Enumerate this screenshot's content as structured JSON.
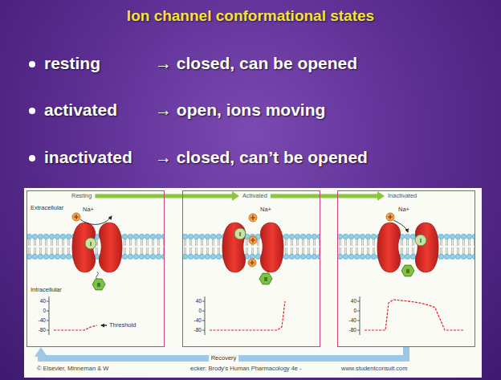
{
  "diagram": {
    "title": "Ion channel conformational states",
    "nodes": [
      {
        "text": [
          "Resting"
        ]
      },
      {
        "text": [
          "Activated"
        ]
      },
      {
        "text": [
          "Inactivated"
        ]
      }
    ],
    "edges": [
      {
        "from": 0,
        "to": 1,
        "arrow": "to"
      },
      {
        "from": 1,
        "to": 2,
        "arrow": "to"
      },
      {
        "from": 2,
        "to": 0,
        "label": "Recovery",
        "arrow": "to"
      }
    ],
    "labels": [
      "resting",
      "→ closed, can be opened",
      "activated",
      "→ open, ions moving",
      "inactivated",
      "→ closed, can’t be opened",
      "Extracellular",
      "Na+",
      "I",
      "II",
      "Intracellular",
      "40",
      "0",
      "-40",
      "-80",
      "Threshold",
      "Na+",
      "I",
      "II",
      "40",
      "0",
      "-40",
      "-80",
      "Na+",
      "I",
      "II",
      "40",
      "0",
      "-40",
      "-80",
      "© Elsevier, Minneman & W",
      "ecker: Brody's Human Pharmacology 4e -",
      "www.studentconsult.com"
    ]
  }
}
